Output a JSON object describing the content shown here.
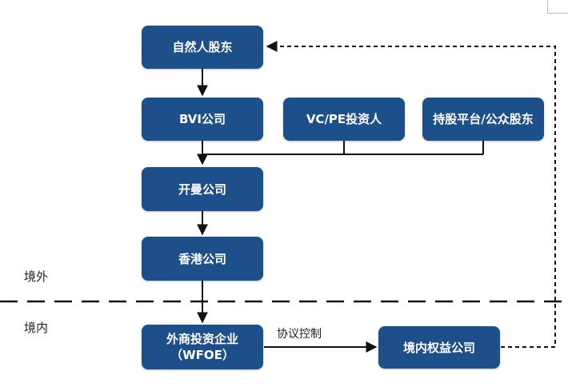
{
  "colors": {
    "node_fill": "#1d4f8a",
    "line": "#111111"
  },
  "nodes": {
    "natural_person": "自然人股东",
    "bvi": "BVI公司",
    "vc_pe": "VC/PE投资人",
    "esop": "持股平台/公众股东",
    "cayman": "开曼公司",
    "hk": "香港公司",
    "wfoe": "外商投资企业\n（WFOE）",
    "domestic": "境内权益公司"
  },
  "zones": {
    "offshore": "境外",
    "onshore": "境内"
  },
  "edges": {
    "agreement": "协议控制"
  }
}
